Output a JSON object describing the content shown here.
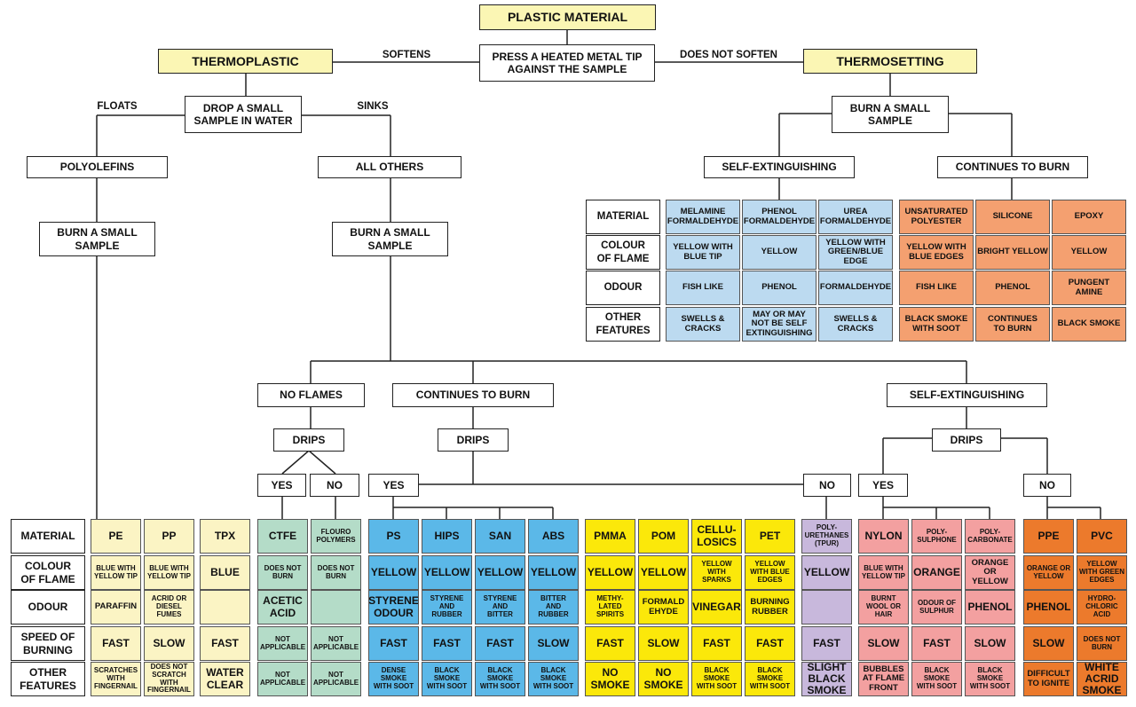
{
  "colors": {
    "header_fill": "#fbf6b4",
    "pale_yellow": "#fbf4c4",
    "green": "#b4dcc8",
    "blue": "#5bb8e8",
    "yellow": "#fbe80a",
    "lavender": "#c8b8dc",
    "pink": "#f3a0a0",
    "orange": "#ec7a2c",
    "light_blue": "#bcdaf0",
    "peach": "#f4a070"
  },
  "nodes": {
    "plastic_material": "PLASTIC MATERIAL",
    "thermoplastic": "THERMOPLASTIC",
    "thermosetting": "THERMOSETTING",
    "heated_tip": "PRESS A HEATED METAL TIP\nAGAINST THE SAMPLE",
    "drop_water": "DROP A SMALL\nSAMPLE IN WATER",
    "polyolefins": "POLYOLEFINS",
    "all_others": "ALL OTHERS",
    "burn_polyolefins": "BURN A SMALL\nSAMPLE",
    "burn_others": "BURN A SMALL\nSAMPLE",
    "burn_thermoset": "BURN A SMALL\nSAMPLE",
    "ts_self_ext": "SELF-EXTINGUISHING",
    "ts_continues": "CONTINUES TO BURN",
    "no_flames": "NO FLAMES",
    "continues": "CONTINUES TO BURN",
    "self_ext": "SELF-EXTINGUISHING",
    "drips1": "DRIPS",
    "drips2": "DRIPS",
    "drips3": "DRIPS",
    "yes1": "YES",
    "no1": "NO",
    "yes2": "YES",
    "no2": "NO",
    "yes3": "YES",
    "no3": "NO"
  },
  "edge_labels": {
    "softens": "SOFTENS",
    "does_not_soften": "DOES NOT SOFTEN",
    "floats": "FLOATS",
    "sinks": "SINKS"
  },
  "thermoset_table": {
    "row_headers": [
      "MATERIAL",
      "COLOUR\nOF FLAME",
      "ODOUR",
      "OTHER\nFEATURES"
    ],
    "columns": [
      {
        "material": "MELAMINE\nFORMALDEHYDE",
        "flame": "YELLOW WITH\nBLUE TIP",
        "odour": "FISH LIKE",
        "other": "SWELLS &\nCRACKS",
        "color": "#bcdaf0"
      },
      {
        "material": "PHENOL\nFORMALDEHYDE",
        "flame": "YELLOW",
        "odour": "PHENOL",
        "other": "MAY OR MAY\nNOT BE SELF\nEXTINGUISHING",
        "color": "#bcdaf0"
      },
      {
        "material": "UREA\nFORMALDEHYDE",
        "flame": "YELLOW WITH\nGREEN/BLUE\nEDGE",
        "odour": "FORMALDEHYDE",
        "other": "SWELLS &\nCRACKS",
        "color": "#bcdaf0"
      },
      {
        "material": "UNSATURATED\nPOLYESTER",
        "flame": "YELLOW WITH\nBLUE EDGES",
        "odour": "FISH LIKE",
        "other": "BLACK SMOKE\nWITH SOOT",
        "color": "#f4a070"
      },
      {
        "material": "SILICONE",
        "flame": "BRIGHT YELLOW",
        "odour": "PHENOL",
        "other": "CONTINUES\nTO BURN",
        "color": "#f4a070"
      },
      {
        "material": "EPOXY",
        "flame": "YELLOW",
        "odour": "PUNGENT\nAMINE",
        "other": "BLACK SMOKE",
        "color": "#f4a070"
      }
    ]
  },
  "main_table": {
    "row_headers": [
      "MATERIAL",
      "COLOUR\nOF FLAME",
      "ODOUR",
      "SPEED OF\nBURNING",
      "OTHER\nFEATURES"
    ],
    "columns": [
      {
        "color": "#fbf4c4",
        "cells": [
          "PE",
          "BLUE WITH\nYELLOW TIP",
          "PARAFFIN",
          "FAST",
          "SCRATCHES\nWITH\nFINGERNAIL"
        ],
        "sizes": [
          "l",
          "s",
          "m",
          "l",
          "s"
        ]
      },
      {
        "color": "#fbf4c4",
        "cells": [
          "PP",
          "BLUE WITH\nYELLOW TIP",
          "ACRID OR\nDIESEL\nFUMES",
          "SLOW",
          "DOES NOT\nSCRATCH\nWITH\nFINGERNAIL"
        ],
        "sizes": [
          "l",
          "s",
          "s",
          "l",
          "s"
        ]
      },
      {
        "color": "#fbf4c4",
        "cells": [
          "TPX",
          "BLUE",
          "",
          "FAST",
          "WATER\nCLEAR"
        ],
        "sizes": [
          "l",
          "l",
          "m",
          "l",
          "l"
        ]
      },
      {
        "color": "#b4dcc8",
        "cells": [
          "CTFE",
          "DOES NOT\nBURN",
          "ACETIC\nACID",
          "NOT\nAPPLICABLE",
          "NOT\nAPPLICABLE"
        ],
        "sizes": [
          "l",
          "s",
          "l",
          "s",
          "s"
        ]
      },
      {
        "color": "#b4dcc8",
        "cells": [
          "FLOURO\nPOLYMERS",
          "DOES NOT\nBURN",
          "",
          "NOT\nAPPLICABLE",
          "NOT\nAPPLICABLE"
        ],
        "sizes": [
          "s",
          "s",
          "m",
          "s",
          "s"
        ]
      },
      {
        "color": "#5bb8e8",
        "cells": [
          "PS",
          "YELLOW",
          "STYRENE\nODOUR",
          "FAST",
          "DENSE\nSMOKE\nWITH SOOT"
        ],
        "sizes": [
          "l",
          "l",
          "l",
          "l",
          "s"
        ]
      },
      {
        "color": "#5bb8e8",
        "cells": [
          "HIPS",
          "YELLOW",
          "STYRENE\nAND\nRUBBER",
          "FAST",
          "BLACK\nSMOKE\nWITH SOOT"
        ],
        "sizes": [
          "l",
          "l",
          "s",
          "l",
          "s"
        ]
      },
      {
        "color": "#5bb8e8",
        "cells": [
          "SAN",
          "YELLOW",
          "STYRENE\nAND\nBITTER",
          "FAST",
          "BLACK\nSMOKE\nWITH SOOT"
        ],
        "sizes": [
          "l",
          "l",
          "s",
          "l",
          "s"
        ]
      },
      {
        "color": "#5bb8e8",
        "cells": [
          "ABS",
          "YELLOW",
          "BITTER\nAND\nRUBBER",
          "SLOW",
          "BLACK\nSMOKE\nWITH SOOT"
        ],
        "sizes": [
          "l",
          "l",
          "s",
          "l",
          "s"
        ]
      },
      {
        "color": "#fbe80a",
        "cells": [
          "PMMA",
          "YELLOW",
          "METHY-\nLATED\nSPIRITS",
          "FAST",
          "NO\nSMOKE"
        ],
        "sizes": [
          "l",
          "l",
          "s",
          "l",
          "l"
        ]
      },
      {
        "color": "#fbe80a",
        "cells": [
          "POM",
          "YELLOW",
          "FORMALD\nEHYDE",
          "SLOW",
          "NO\nSMOKE"
        ],
        "sizes": [
          "l",
          "l",
          "m",
          "l",
          "l"
        ]
      },
      {
        "color": "#fbe80a",
        "cells": [
          "CELLU-\nLOSICS",
          "YELLOW\nWITH\nSPARKS",
          "VINEGAR",
          "FAST",
          "BLACK\nSMOKE\nWITH SOOT"
        ],
        "sizes": [
          "l",
          "s",
          "l",
          "l",
          "s"
        ]
      },
      {
        "color": "#fbe80a",
        "cells": [
          "PET",
          "YELLOW\nWITH BLUE\nEDGES",
          "BURNING\nRUBBER",
          "FAST",
          "BLACK\nSMOKE\nWITH SOOT"
        ],
        "sizes": [
          "l",
          "s",
          "m",
          "l",
          "s"
        ]
      },
      {
        "color": "#c8b8dc",
        "cells": [
          "POLY-\nURETHANES\n(TPUR)",
          "YELLOW",
          "",
          "FAST",
          "SLIGHT\nBLACK\nSMOKE"
        ],
        "sizes": [
          "s",
          "l",
          "m",
          "l",
          "l"
        ]
      },
      {
        "color": "#f3a0a0",
        "cells": [
          "NYLON",
          "BLUE WITH\nYELLOW TIP",
          "BURNT\nWOOL OR\nHAIR",
          "SLOW",
          "BUBBLES\nAT FLAME\nFRONT"
        ],
        "sizes": [
          "l",
          "s",
          "s",
          "l",
          "m"
        ]
      },
      {
        "color": "#f3a0a0",
        "cells": [
          "POLY-\nSULPHONE",
          "ORANGE",
          "ODOUR OF\nSULPHUR",
          "FAST",
          "BLACK\nSMOKE\nWITH SOOT"
        ],
        "sizes": [
          "s",
          "l",
          "s",
          "l",
          "s"
        ]
      },
      {
        "color": "#f3a0a0",
        "cells": [
          "POLY-\nCARBONATE",
          "ORANGE\nOR\nYELLOW",
          "PHENOL",
          "SLOW",
          "BLACK\nSMOKE\nWITH SOOT"
        ],
        "sizes": [
          "s",
          "m",
          "l",
          "l",
          "s"
        ]
      },
      {
        "color": "#ec7a2c",
        "cells": [
          "PPE",
          "ORANGE OR\nYELLOW",
          "PHENOL",
          "SLOW",
          "DIFFICULT\nTO IGNITE"
        ],
        "sizes": [
          "l",
          "s",
          "l",
          "l",
          "m"
        ]
      },
      {
        "color": "#ec7a2c",
        "cells": [
          "PVC",
          "YELLOW\nWITH GREEN\nEDGES",
          "HYDRO-\nCHLORIC\nACID",
          "DOES NOT\nBURN",
          "WHITE\nACRID\nSMOKE"
        ],
        "sizes": [
          "l",
          "s",
          "s",
          "s",
          "l"
        ]
      }
    ]
  }
}
